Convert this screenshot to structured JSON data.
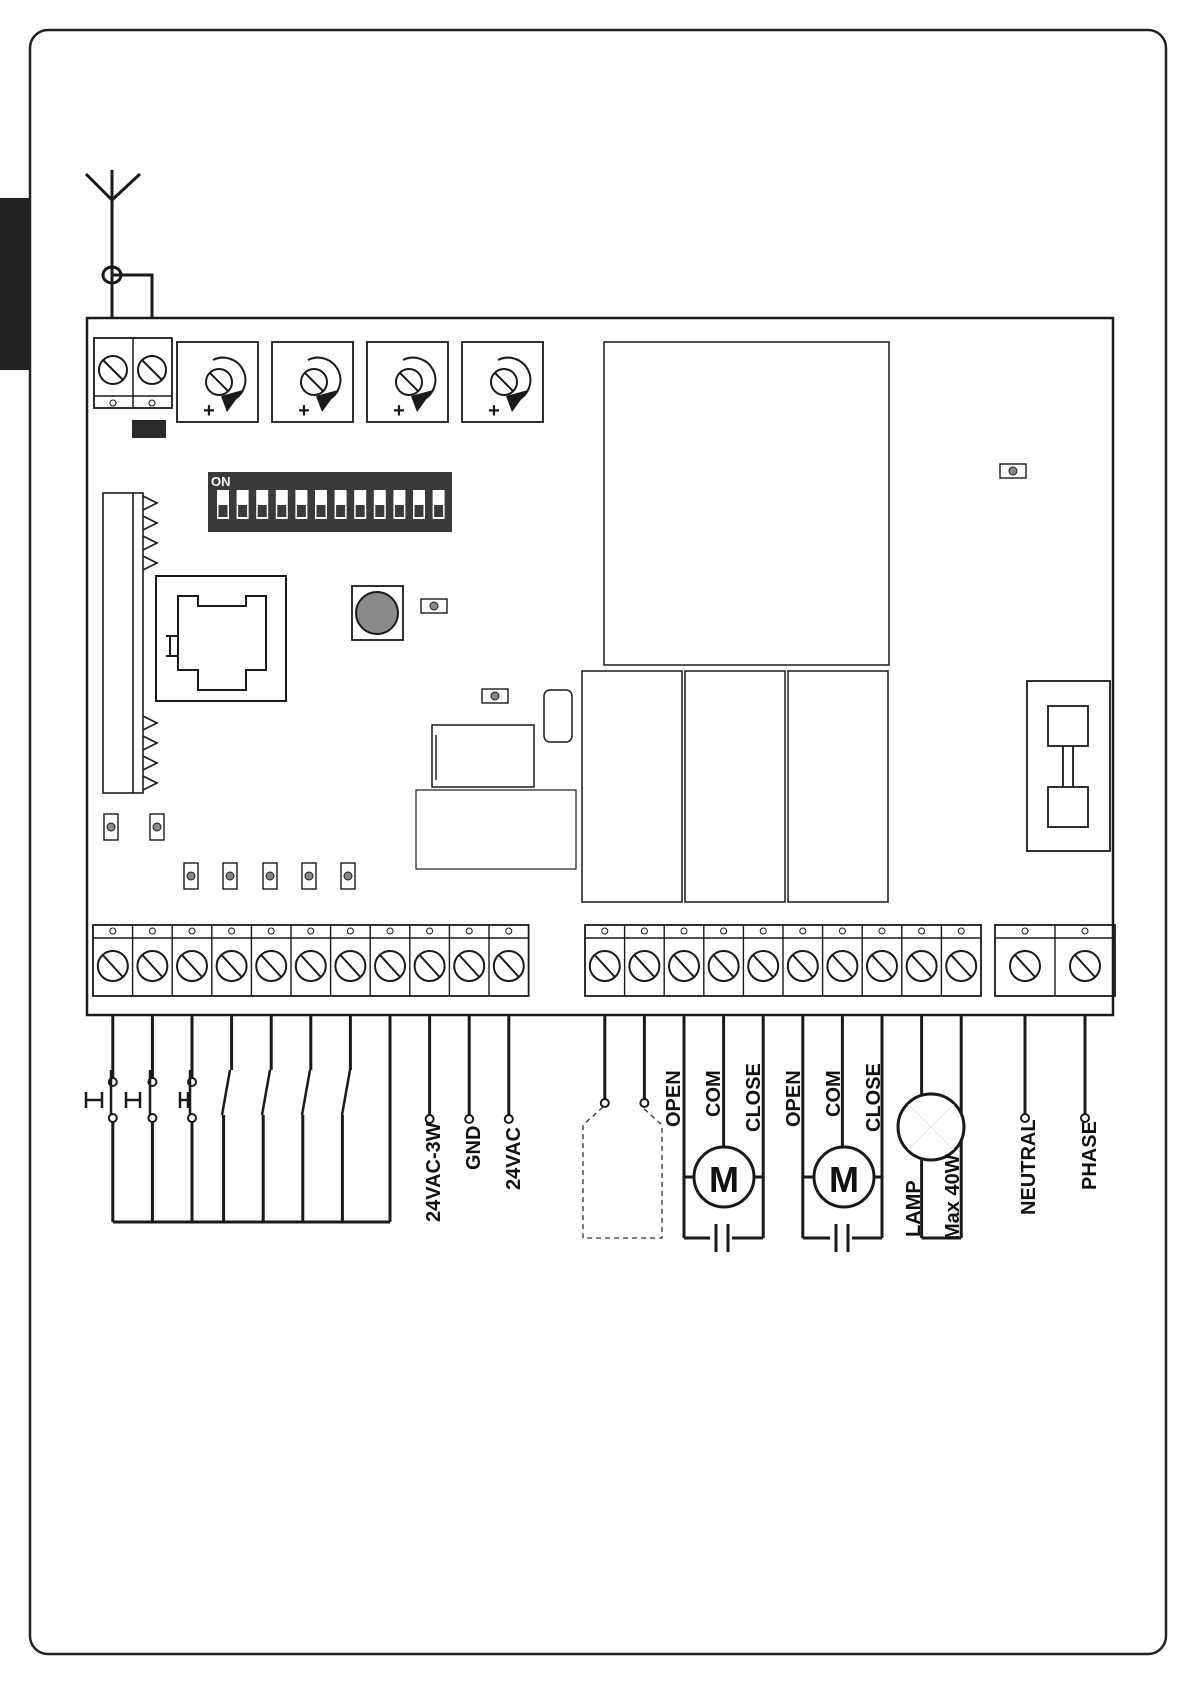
{
  "dip_switch": {
    "label": "ON",
    "count": 12
  },
  "labels": {
    "v24_3w": "24VAC-3W",
    "gnd": "GND",
    "v24": "24VAC",
    "m1_open": "OPEN",
    "m1_com": "COM",
    "m1_close": "CLOSE",
    "m2_open": "OPEN",
    "m2_com": "COM",
    "m2_close": "CLOSE",
    "motor1": "M",
    "motor2": "M",
    "lamp": "LAMP",
    "lamp_max": "Max 40W",
    "neutral": "NEUTRAL",
    "phase": "PHASE"
  },
  "trimmer_sign": "+",
  "colors": {
    "line": "#1a1a1a",
    "dip_bg": "#3a3a3a",
    "button_fill": "#8a8a8a"
  }
}
